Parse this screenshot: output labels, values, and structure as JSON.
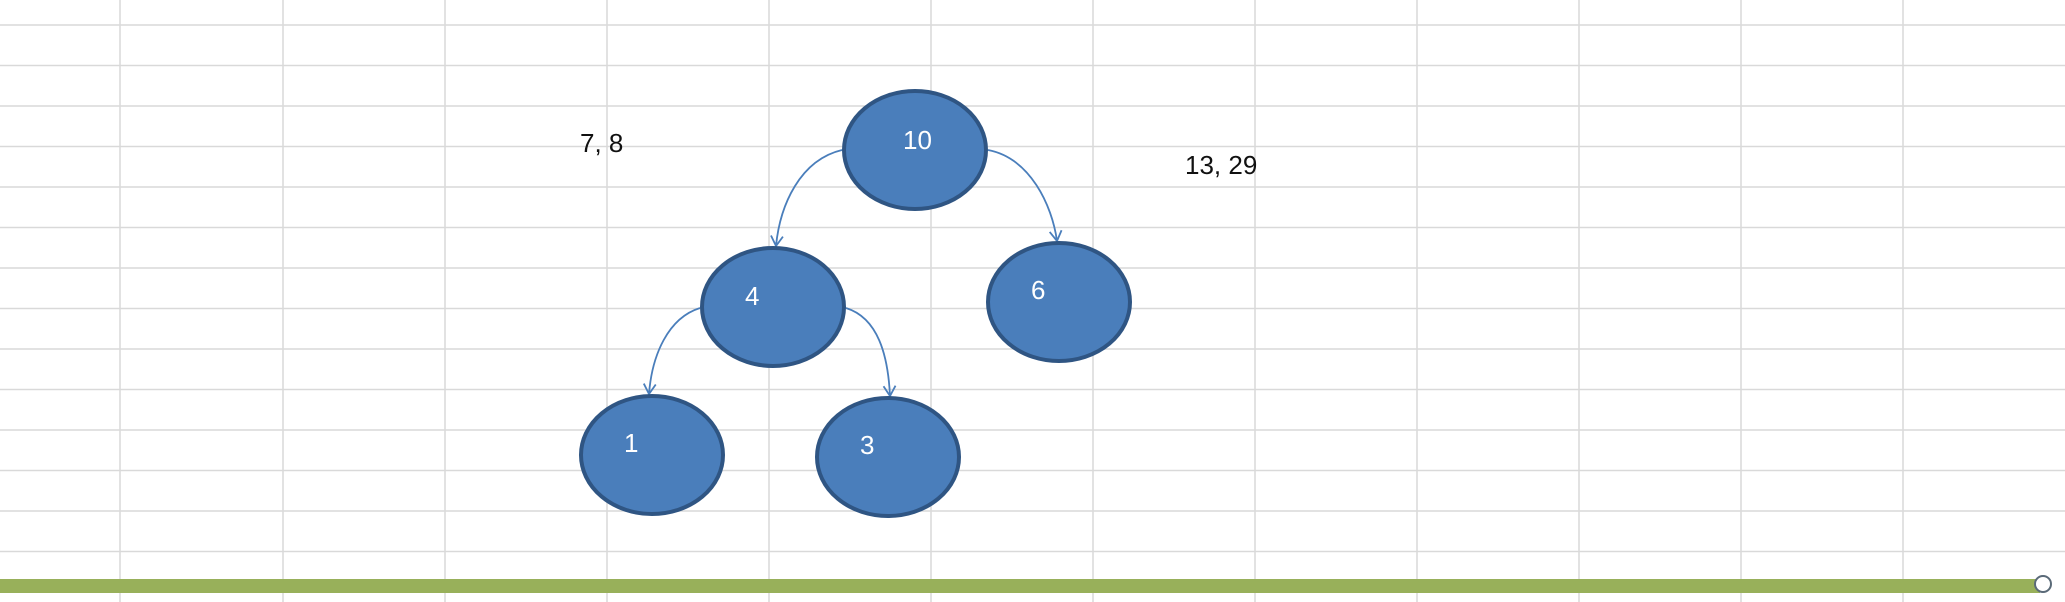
{
  "diagram": {
    "nodes": [
      {
        "id": "n10",
        "label": "10"
      },
      {
        "id": "n4",
        "label": "4"
      },
      {
        "id": "n6",
        "label": "6"
      },
      {
        "id": "n1",
        "label": "1"
      },
      {
        "id": "n3",
        "label": "3"
      }
    ],
    "edges": [
      {
        "from": "n10",
        "to": "n4"
      },
      {
        "from": "n10",
        "to": "n6"
      },
      {
        "from": "n4",
        "to": "n1"
      },
      {
        "from": "n4",
        "to": "n3"
      }
    ],
    "notes": {
      "left": "7, 8",
      "right": "13,  29"
    }
  },
  "colors": {
    "node_fill": "#4a7ebb",
    "node_stroke": "#2f5583",
    "edge": "#4a7ebb",
    "gridline": "#d9d9d9",
    "bar": "#98b05a"
  }
}
